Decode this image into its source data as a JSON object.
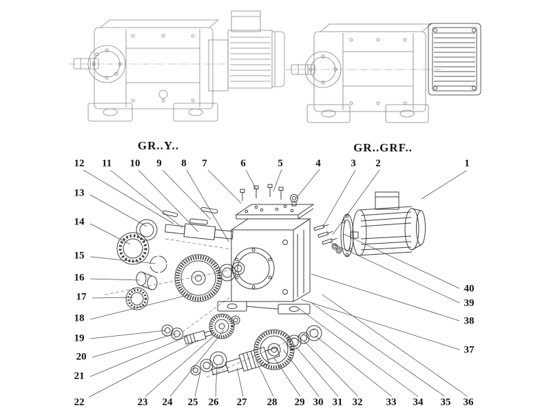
{
  "figure": {
    "variants": [
      {
        "label": "GR..Y.."
      },
      {
        "label": "GR..GRF.."
      }
    ]
  },
  "callouts": {
    "top": [
      "12",
      "11",
      "10",
      "9",
      "8",
      "7",
      "6",
      "5",
      "4",
      "3",
      "2",
      "1"
    ],
    "left": [
      "13",
      "14",
      "15",
      "16",
      "17",
      "18",
      "19",
      "20",
      "21",
      "22"
    ],
    "bottom": [
      "23",
      "24",
      "25",
      "26",
      "27",
      "28",
      "29",
      "30",
      "31",
      "32",
      "33",
      "34",
      "35",
      "36"
    ],
    "right": [
      "40",
      "39",
      "38",
      "37"
    ]
  },
  "colors": {
    "line_light": "#858585",
    "line_dark": "#3a3a3a",
    "leader": "#4a4a4a",
    "label": "#10101c",
    "background": "#ffffff"
  }
}
